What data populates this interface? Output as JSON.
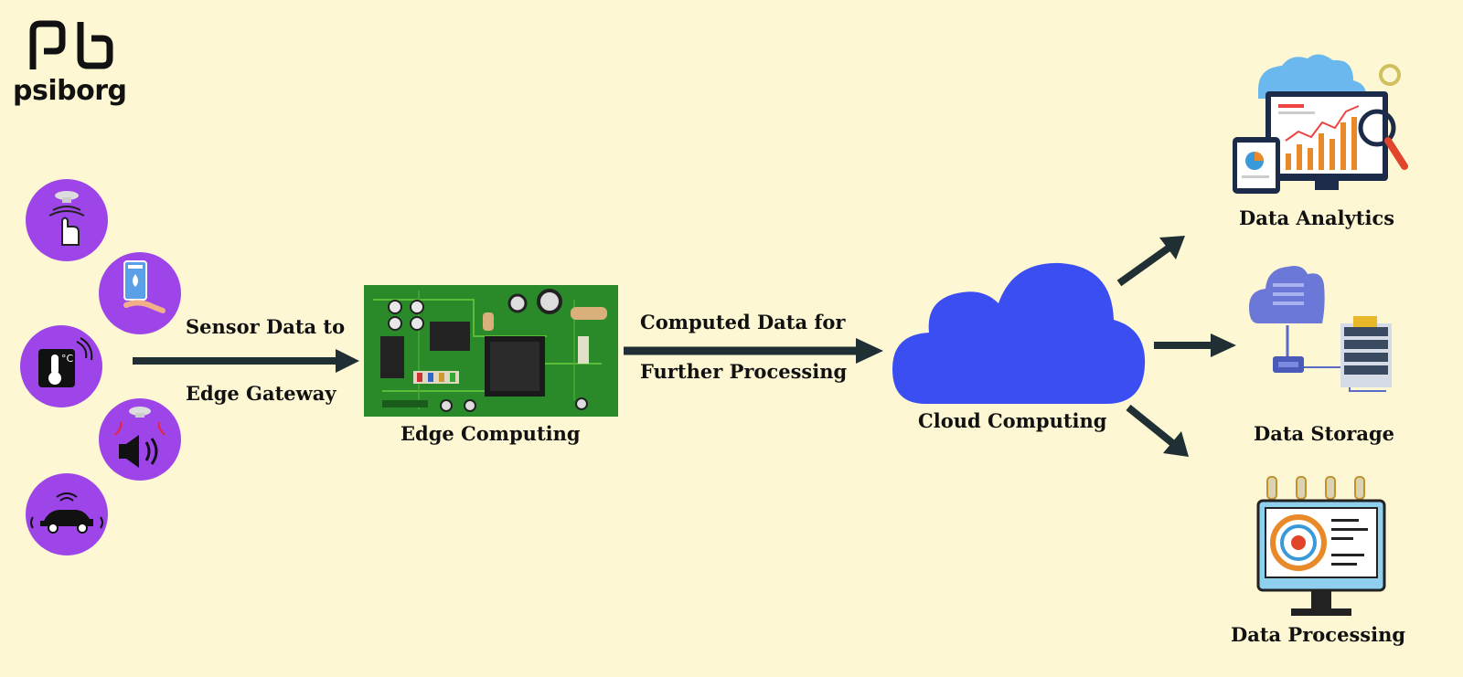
{
  "brand": {
    "name": "psiborg"
  },
  "labels": {
    "sensor_line1": "Sensor Data to",
    "sensor_line2": "Edge Gateway",
    "edge": "Edge Computing",
    "computed_line1": "Computed Data for",
    "computed_line2": "Further Processing",
    "cloud": "Cloud Computing",
    "analytics": "Data Analytics",
    "storage": "Data Storage",
    "processing": "Data Processing"
  },
  "icons": {
    "brand_logo": "pb-logo-icon",
    "sensors": [
      "touch-sensor-icon",
      "humidity-sensor-icon",
      "temperature-sensor-icon",
      "sound-sensor-icon",
      "car-sensor-icon"
    ],
    "temperature_unit": "°C",
    "edge": "circuit-board-icon",
    "cloud": "cloud-icon",
    "analytics": "analytics-dashboard-icon",
    "storage": "cloud-storage-icon",
    "processing": "processing-monitor-icon"
  },
  "colors": {
    "background": "#fdf7d3",
    "sensor_circle": "#9d45e8",
    "cloud": "#3b4ef2",
    "arrow": "#1f2f33",
    "board": "#2a8a2a"
  }
}
